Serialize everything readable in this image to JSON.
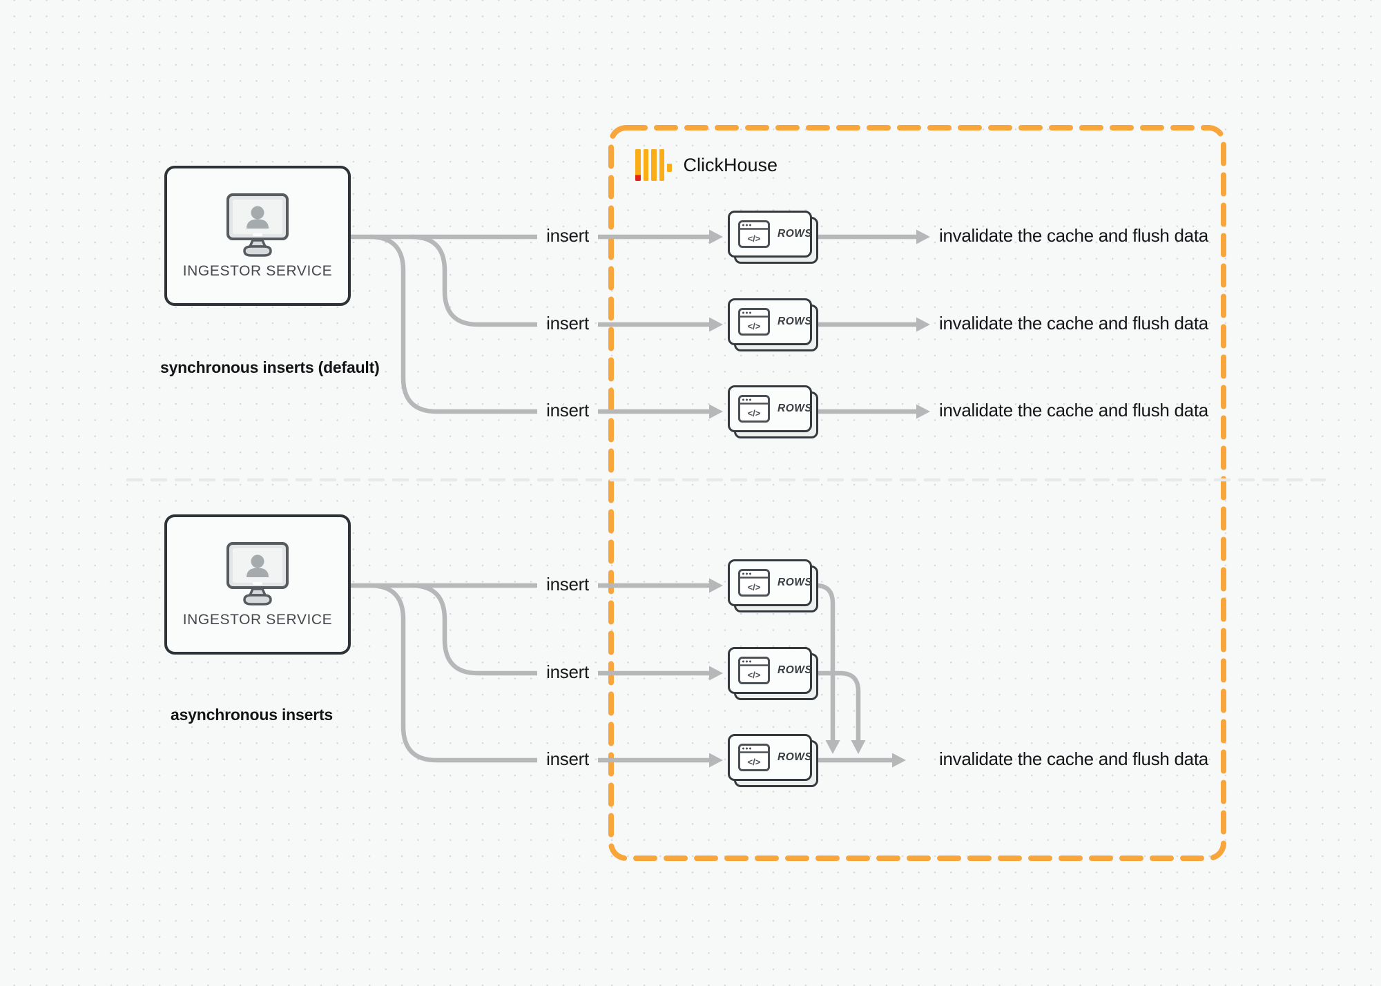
{
  "diagram": {
    "clickhouse": {
      "name": "ClickHouse"
    },
    "rows_card": {
      "label": "ROWS",
      "icon": "</>"
    },
    "sync": {
      "caption": "synchronous inserts (default)",
      "service_label": "INGESTOR SERVICE",
      "inserts": [
        "insert",
        "insert",
        "insert"
      ],
      "results": [
        "invalidate the cache and flush data",
        "invalidate the cache and flush data",
        "invalidate the cache and flush data"
      ]
    },
    "async": {
      "caption": "asynchronous inserts",
      "service_label": "INGESTOR SERVICE",
      "inserts": [
        "insert",
        "insert",
        "insert"
      ],
      "result": "invalidate the cache and flush data"
    },
    "colors": {
      "accent_orange": "#f8a53b",
      "logo_yellow": "#fbad18",
      "logo_red": "#e2231a",
      "connector_gray": "#b6b7b9"
    }
  }
}
